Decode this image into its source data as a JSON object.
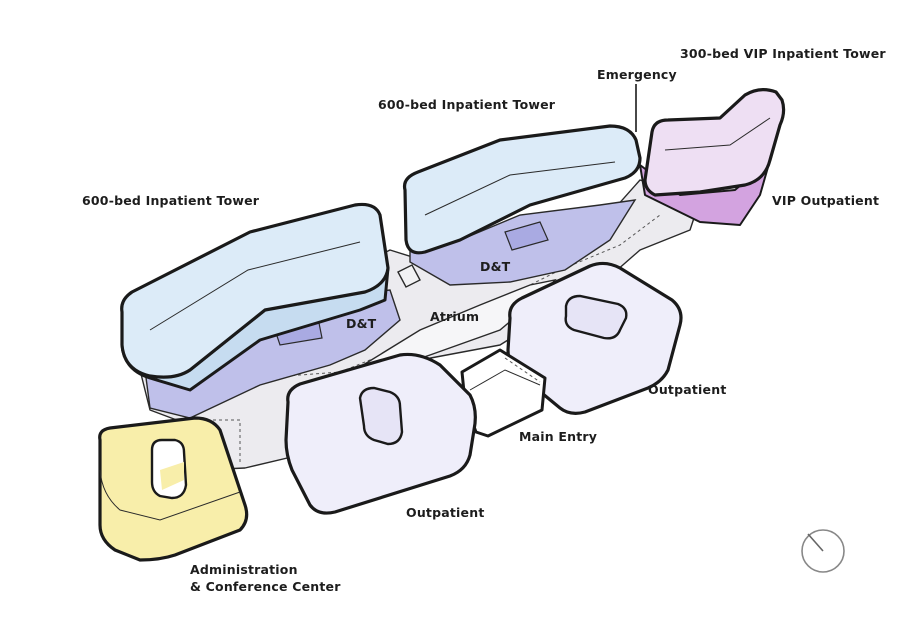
{
  "labels": {
    "vip_tower": "300-bed VIP Inpatient Tower",
    "emergency": "Emergency",
    "tower_center": "600-bed  Inpatient Tower",
    "tower_left": "600-bed  Inpatient Tower",
    "vip_outpatient": "VIP Outpatient",
    "dt_right": "D&T",
    "dt_left": "D&T",
    "atrium": "Atrium",
    "outpatient_right": "Outpatient",
    "main_entry": "Main Entry",
    "outpatient_bottom": "Outpatient",
    "admin_line1": "Administration",
    "admin_line2": "& Conference Center"
  },
  "colors": {
    "tower_blue": "#dcebf8",
    "dt_purple": "#bfc0ea",
    "vip_pink": "#eedff3",
    "vip_magenta": "#d3a3e0",
    "outpatient_lavender": "#efeefa",
    "admin_yellow": "#f8eeaa",
    "podium_grey": "#ecebef"
  }
}
